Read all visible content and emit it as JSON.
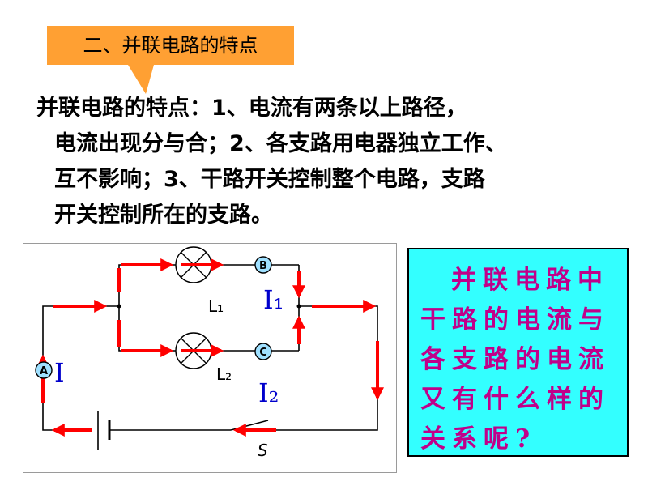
{
  "callout": {
    "title": "二、并联电路的特点",
    "color": "#ffa033"
  },
  "body": {
    "lines": [
      "并联电路的特点：1、电流有两条以上路径，",
      "电流出现分与合；2、各支路用电器独立工作、",
      "互不影响；3、干路开关控制整个电路，支路",
      "开关控制所在的支路。"
    ]
  },
  "circuit": {
    "labels": {
      "L1": "L₁",
      "L2": "L₂",
      "I": "I",
      "I1": "I₁",
      "I2": "I₂",
      "S": "S",
      "A": "A",
      "B": "B",
      "C": "C"
    },
    "colors": {
      "arrow": "#ff0000",
      "current": "#0000cc",
      "wire": "#000000"
    }
  },
  "question": {
    "lines": [
      "并联电路中",
      "干路的电流与",
      "各支路的电流",
      "又有什么样的",
      "关系呢?"
    ],
    "background": "#33ffff",
    "text_color": "#c0008a"
  }
}
